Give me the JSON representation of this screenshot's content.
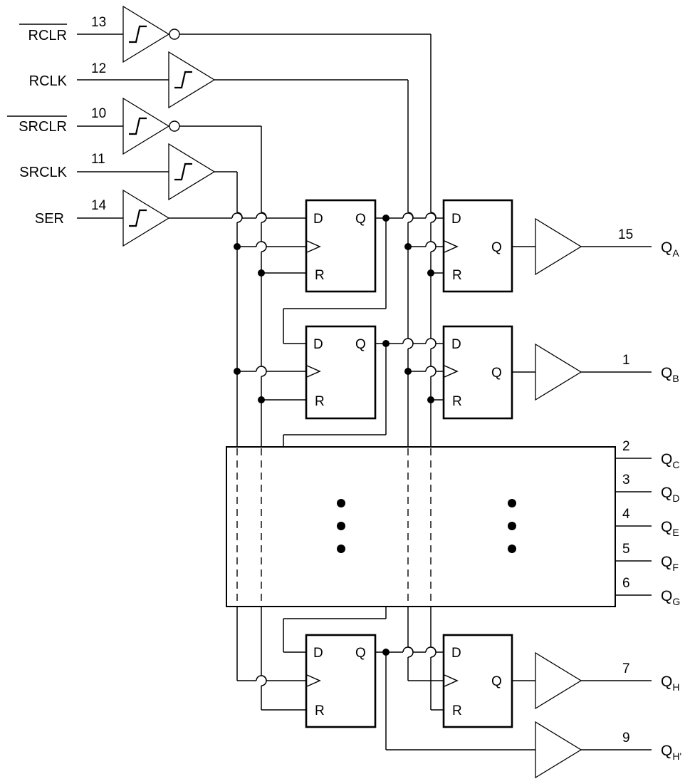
{
  "inputs": [
    {
      "label": "RCLR",
      "overbar": true,
      "pin": "13"
    },
    {
      "label": "RCLK",
      "overbar": false,
      "pin": "12"
    },
    {
      "label": "SRCLR",
      "overbar": true,
      "pin": "10"
    },
    {
      "label": "SRCLK",
      "overbar": false,
      "pin": "11"
    },
    {
      "label": "SER",
      "overbar": false,
      "pin": "14"
    }
  ],
  "flipflop": {
    "d": "D",
    "q": "Q",
    "r": "R"
  },
  "outputs": [
    {
      "name": "Q",
      "sub": "A",
      "pin": "15"
    },
    {
      "name": "Q",
      "sub": "B",
      "pin": "1"
    },
    {
      "name": "Q",
      "sub": "C",
      "pin": "2"
    },
    {
      "name": "Q",
      "sub": "D",
      "pin": "3"
    },
    {
      "name": "Q",
      "sub": "E",
      "pin": "4"
    },
    {
      "name": "Q",
      "sub": "F",
      "pin": "5"
    },
    {
      "name": "Q",
      "sub": "G",
      "pin": "6"
    },
    {
      "name": "Q",
      "sub": "H",
      "pin": "7"
    },
    {
      "name": "Q",
      "sub": "H'",
      "pin": "9"
    }
  ]
}
